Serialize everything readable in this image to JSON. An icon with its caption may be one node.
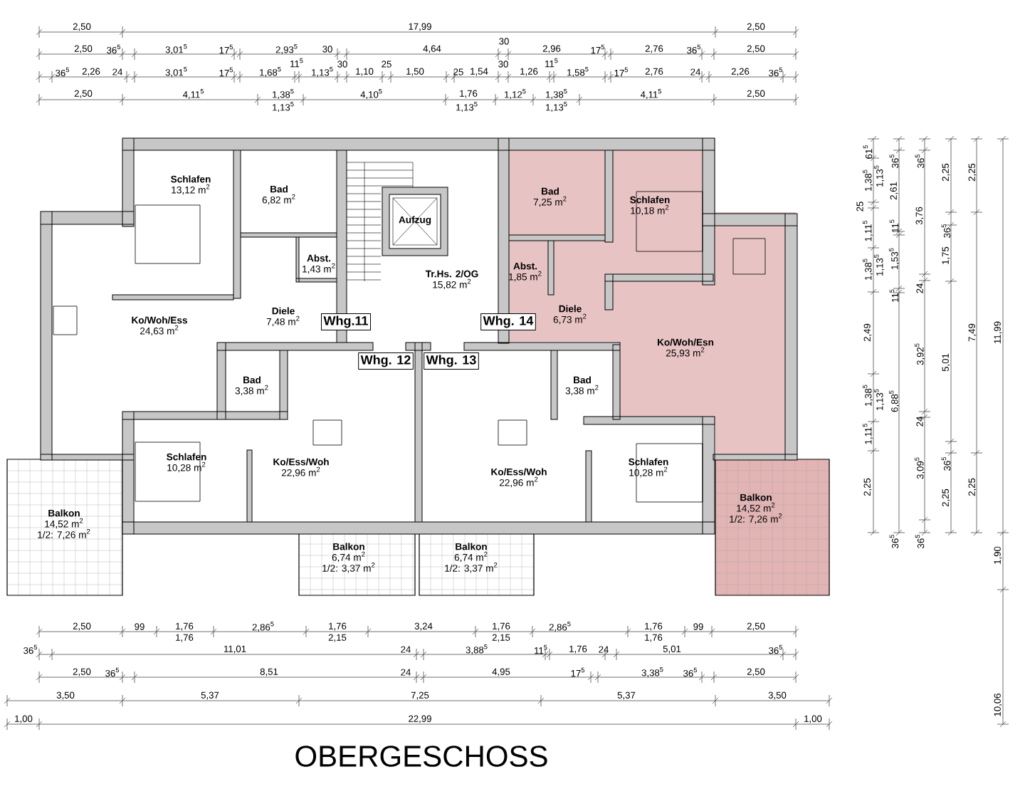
{
  "diagram": {
    "title": "OBERGESCHOSS",
    "nodes": [
      {
        "text": [
          "Schlafen",
          "13,12 m$^{2}$"
        ]
      },
      {
        "text": [
          "Bad",
          "6,82 m$^{2}$"
        ]
      },
      {
        "text": [
          "Aufzug"
        ]
      },
      {
        "text": [
          "Abst.",
          "1,43 m$^{2}$"
        ]
      },
      {
        "text": [
          "Tr.Hs. 2/OG",
          "15,82 m$^{2}$"
        ]
      },
      {
        "text": [
          "Ko/Woh/Ess",
          "24,63 m$^{2}$"
        ]
      },
      {
        "text": [
          "Diele",
          "7,48 m$^{2}$"
        ]
      },
      {
        "text": [
          "Whg.11"
        ]
      },
      {
        "text": [
          "Bad",
          "7,25 m$^{2}$"
        ]
      },
      {
        "text": [
          "Schlafen",
          "10,18 m$^{2}$"
        ]
      },
      {
        "text": [
          "Abst.",
          "1,85 m$^{2}$"
        ]
      },
      {
        "text": [
          "Diele",
          "6,73 m$^{2}$"
        ]
      },
      {
        "text": [
          "Whg. 14"
        ]
      },
      {
        "text": [
          "Ko/Woh/Esn",
          "25,93 m$^{2}$"
        ]
      },
      {
        "text": [
          "Whg. 12"
        ]
      },
      {
        "text": [
          "Whg. 13"
        ]
      },
      {
        "text": [
          "Bad",
          "3,38 m$^{2}$"
        ]
      },
      {
        "text": [
          "Bad",
          "3,38 m$^{2}$"
        ]
      },
      {
        "text": [
          "Schlafen",
          "10,28 m$^{2}$"
        ]
      },
      {
        "text": [
          "Ko/Ess/Woh",
          "22,96 m$^{2}$"
        ]
      },
      {
        "text": [
          "Ko/Ess/Woh",
          "22,96 m$^{2}$"
        ]
      },
      {
        "text": [
          "Schlafen",
          "10,28 m$^{2}$"
        ]
      },
      {
        "text": [
          "Balkon",
          "14,52 m$^{2}$",
          "1/2: 7,26 m$^{2}$"
        ]
      },
      {
        "text": [
          "Balkon",
          "14,52 m$^{2}$",
          "1/2: 7,26 m$^{2}$"
        ]
      },
      {
        "text": [
          "Balkon",
          "6,74 m$^{2}$",
          "1/2: 3,37 m$^{2}$"
        ]
      },
      {
        "text": [
          "Balkon",
          "6,74 m$^{2}$",
          "1/2: 3,37 m$^{2}$"
        ]
      }
    ],
    "labels": [
      "2,50",
      "17,99",
      "2,50",
      "2,50",
      "36$^{5}$",
      "3,01$^{5}$",
      "17$^{5}$",
      "2,93$^{5}$",
      "30",
      "4,64",
      "30",
      "2,96",
      "17$^{5}$",
      "2,76",
      "36$^{5}$",
      "2,50",
      "36$^{5}$",
      "2,26",
      "24",
      "3,01$^{5}$",
      "17$^{5}$",
      "1,68$^{5}$",
      "11$^{5}$",
      "1,13$^{5}$",
      "30",
      "1,10",
      "25",
      "1,50",
      "25",
      "1,54",
      "30",
      "1,26",
      "11$^{5}$",
      "1,58$^{5}$",
      "17$^{5}$",
      "2,76",
      "24",
      "2,26",
      "36$^{5}$",
      "2,50",
      "4,11$^{5}$",
      "1,38$^{5}$",
      "1,13$^{5}$",
      "4,10$^{5}$",
      "1,76",
      "1,13$^{5}$",
      "1,12$^{5}$",
      "1,38$^{5}$",
      "1,13$^{5}$",
      "4,11$^{5}$",
      "2,50",
      "61$^{5}$",
      "1,38$^{5}$",
      "25",
      "1,11$^{5}$",
      "1,38$^{5}$",
      "2,49",
      "1,38$^{5}$",
      "1,11$^{5}$",
      "2,25",
      "1,13$^{5}$",
      "36$^{5}$",
      "2,61",
      "11$^{5}$",
      "1,13$^{5}$",
      "1,53$^{5}$",
      "11$^{5}$",
      "1,13$^{5}$",
      "6,88$^{5}$",
      "36$^{5}$",
      "3,76",
      "24",
      "3,92$^{5}$",
      "24",
      "3,09$^{5}$",
      "2,25",
      "36$^{5}$",
      "1,75",
      "5,01",
      "36$^{5}$",
      "2,25",
      "2,25",
      "7,49",
      "2,25",
      "11,99",
      "1,90",
      "10,06",
      "36$^{5}$",
      "36$^{5}$",
      "2,50",
      "99",
      "1,76",
      "1,76",
      "2,86$^{5}$",
      "1,76",
      "2,15",
      "3,24",
      "1,76",
      "2,15",
      "2,86$^{5}$",
      "1,76",
      "1,76",
      "99",
      "2,50",
      "36$^{5}$",
      "11,01",
      "24",
      "3,88$^{5}$",
      "11$^{5}$",
      "1,76",
      "24",
      "5,01",
      "36$^{5}$",
      "2,50",
      "36$^{5}$",
      "8,51",
      "24",
      "4,95",
      "17$^{5}$",
      "3,38$^{5}$",
      "36$^{5}$",
      "2,50",
      "3,50",
      "5,37",
      "7,25",
      "5,37",
      "3,50",
      "1,00",
      "22,99",
      "1,00"
    ]
  }
}
